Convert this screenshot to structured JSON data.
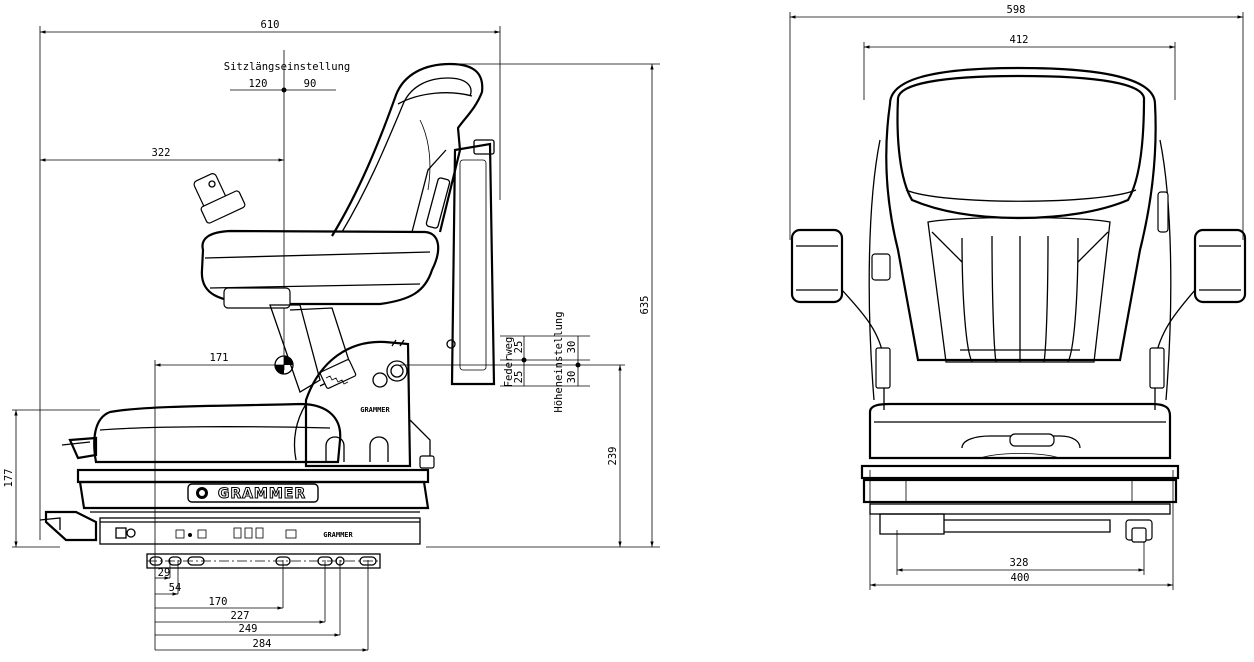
{
  "side_view": {
    "dimensions": {
      "overall_length": "610",
      "sitz_label": "Sitzlängseinstellung",
      "sitz_back": "120",
      "sitz_fwd": "90",
      "seat_ref": "322",
      "hip_point": "171",
      "height_total": "635",
      "height_base": "239",
      "height_cushion": "177",
      "federweg_label": "Federweg",
      "federweg_down": "25",
      "federweg_up": "25",
      "hoehe_label": "Höheneinstellung",
      "hoehe_down": "30",
      "hoehe_up": "30"
    },
    "brand_plate": "GRAMMER",
    "brand_rail": "GRAMMER",
    "brand_bracket": "GRAMMER",
    "mounting_holes": [
      "29",
      "54",
      "170",
      "227",
      "249",
      "284"
    ]
  },
  "front_view": {
    "dimensions": {
      "overall_width": "598",
      "backrest_width": "412",
      "mount_width": "328",
      "base_width": "400"
    }
  }
}
